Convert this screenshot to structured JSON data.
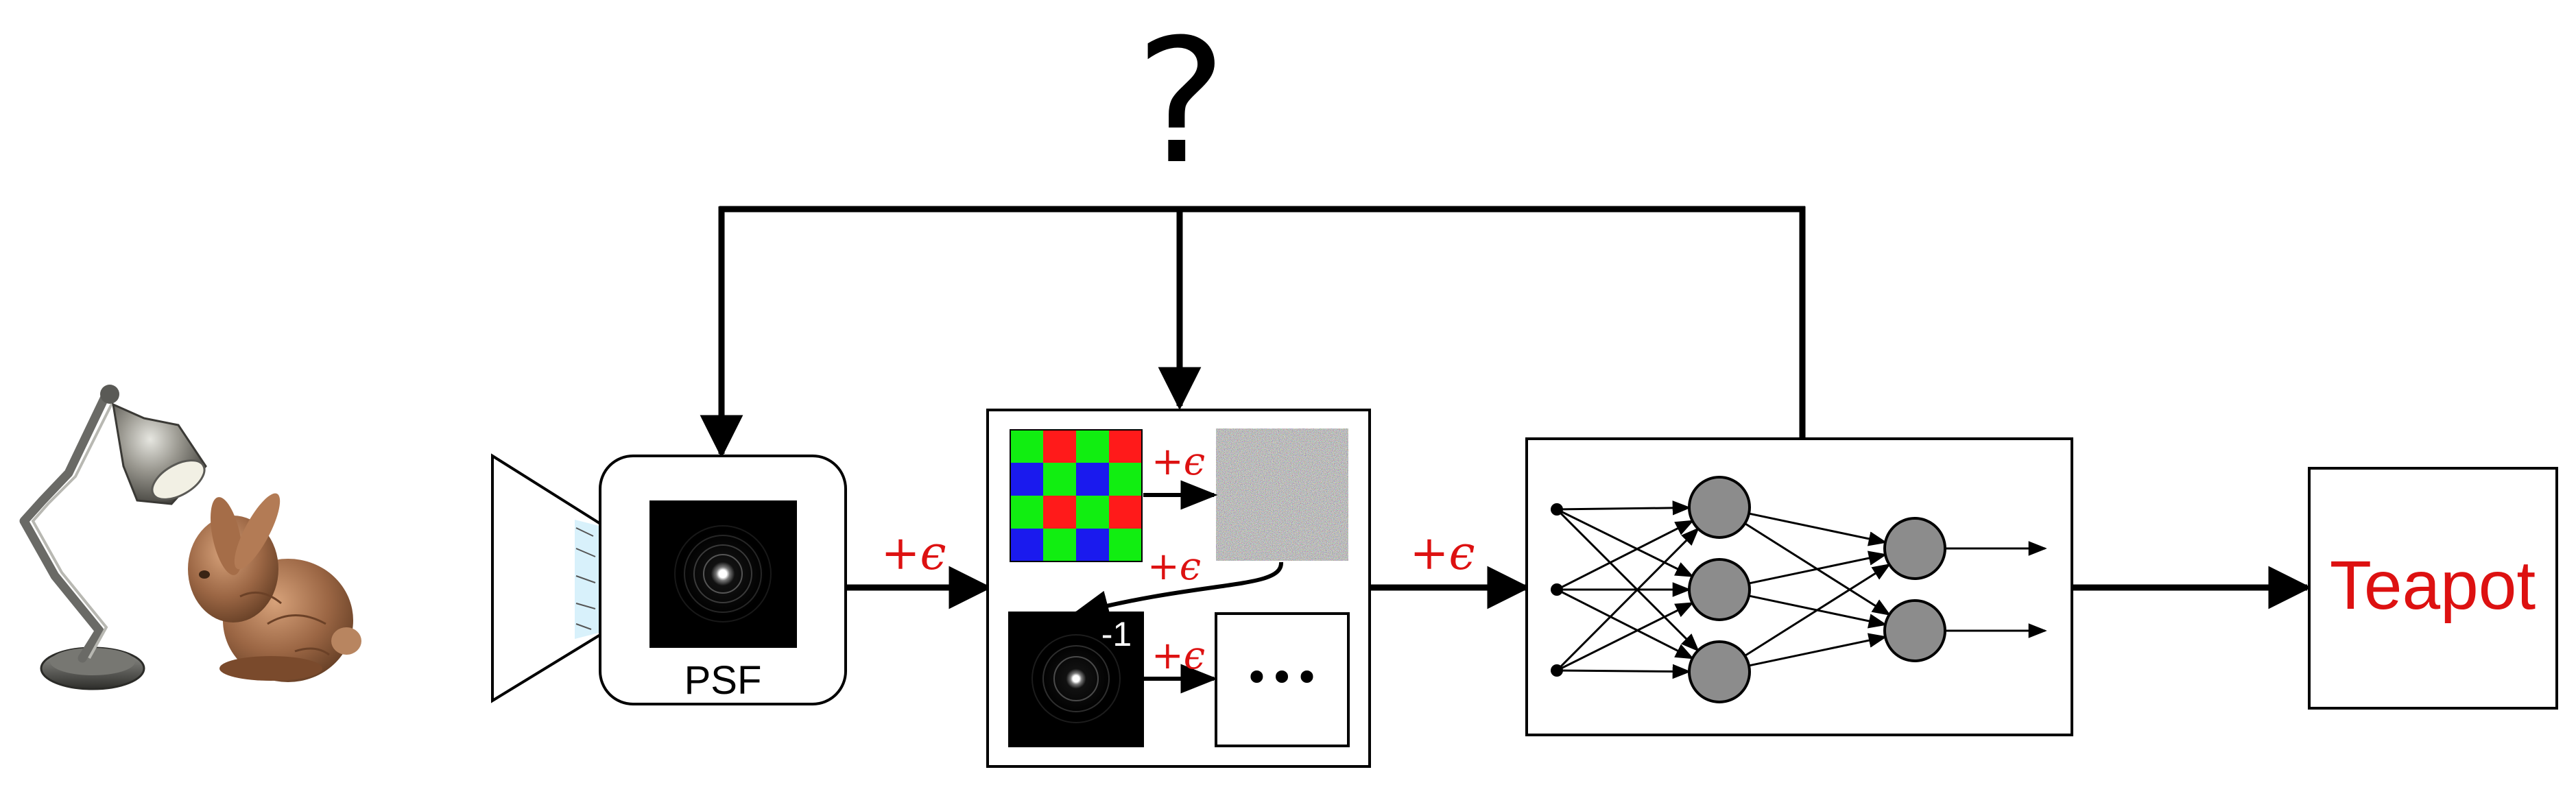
{
  "labels": {
    "question": "?",
    "psf": "PSF",
    "epsilon": "+ϵ",
    "inverse": "-1",
    "ellipsis": "•••",
    "output": "Teapot"
  },
  "colors": {
    "stroke": "#000000",
    "accent_red": "#dd1111",
    "node_fill": "#8c8c8c",
    "bayer_red": "#ff1a1a",
    "bayer_green": "#11ee11",
    "bayer_blue": "#1a1aee",
    "lens_glass": "#d8f1fb"
  },
  "icons": [
    "desk-lamp-icon",
    "bunny-icon",
    "camera-body-icon",
    "psf-image-icon",
    "bayer-mosaic-icon",
    "noise-image-icon",
    "neural-network-icon"
  ]
}
